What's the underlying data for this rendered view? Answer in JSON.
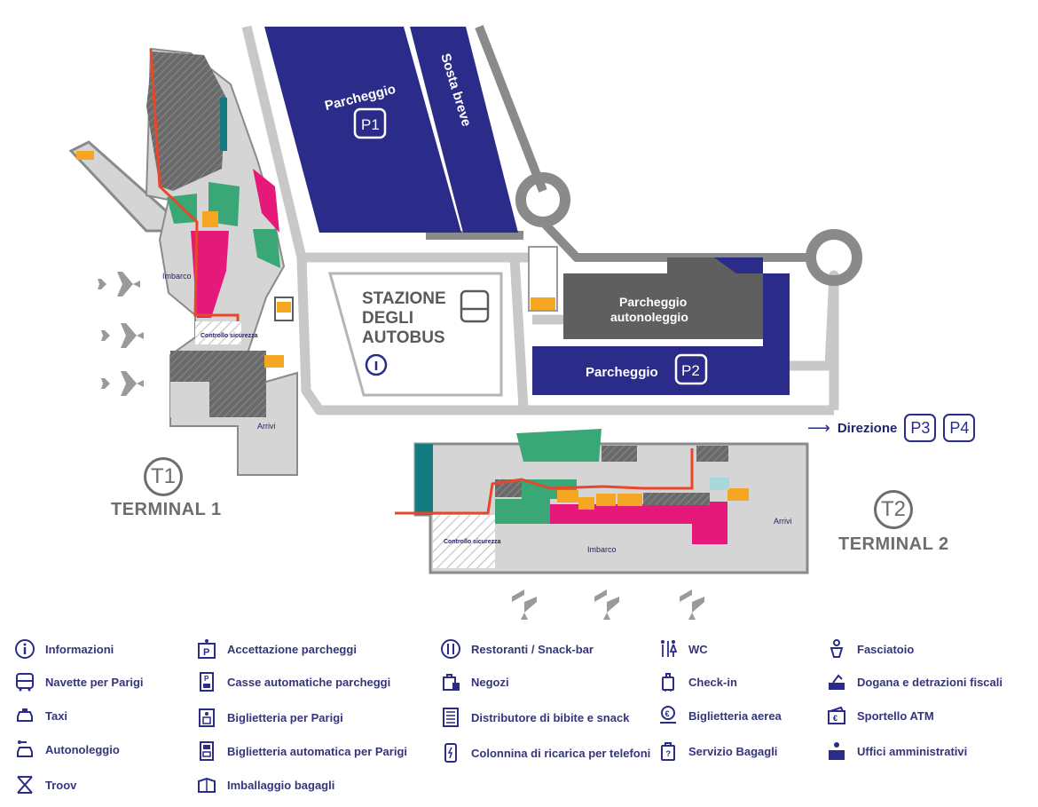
{
  "map": {
    "parking_p1_label": "Parcheggio",
    "parking_p1_sign": "P1",
    "short_stay_label": "Sosta breve",
    "bus_station_label": [
      "STAZIONE",
      "DEGLI",
      "AUTOBUS"
    ],
    "rental_parking_label": [
      "Parcheggio",
      "autonoleggio"
    ],
    "parking_p2_label": "Parcheggio",
    "parking_p2_sign": "P2",
    "direction_label": "Direzione",
    "direction_signs": [
      "P3",
      "P4"
    ],
    "terminal1": {
      "badge": "T1",
      "name": "TERMINAL 1",
      "boarding": "Imbarco",
      "arrivals": "Arrivi",
      "security": "Controllo sicurezza"
    },
    "terminal2": {
      "badge": "T2",
      "name": "TERMINAL 2",
      "boarding": "Imbarco",
      "arrivals": "Arrivi",
      "security": "Controllo sicurezza"
    }
  },
  "colors": {
    "navy": "#2b2b8a",
    "dark_gray": "#5f5f5f",
    "light_gray": "#d5d5d5",
    "road_gray": "#c8c8c8",
    "pink": "#e5197a",
    "green": "#3aa876",
    "orange": "#f5a623",
    "red_border": "#e8472a",
    "teal": "#137a7f"
  },
  "legend": [
    {
      "icon": "info-icon",
      "label": "Informazioni"
    },
    {
      "icon": "shuttle-bus-icon",
      "label": "Navette per Parigi"
    },
    {
      "icon": "taxi-icon",
      "label": "Taxi"
    },
    {
      "icon": "car-rental-icon",
      "label": "Autonoleggio"
    },
    {
      "icon": "troov-icon",
      "label": "Troov"
    },
    {
      "icon": "parking-acceptance-icon",
      "label": "Accettazione parcheggi"
    },
    {
      "icon": "parking-pay-machine-icon",
      "label": "Casse automatiche parcheggi"
    },
    {
      "icon": "ticket-office-icon",
      "label": "Biglietteria per Parigi"
    },
    {
      "icon": "ticket-machine-icon",
      "label": "Biglietteria automatica per Parigi"
    },
    {
      "icon": "baggage-wrap-icon",
      "label": "Imballaggio bagagli"
    },
    {
      "icon": "restaurant-icon",
      "label": "Restoranti / Snack-bar"
    },
    {
      "icon": "shop-icon",
      "label": "Negozi"
    },
    {
      "icon": "vending-machine-icon",
      "label": "Distributore di bibite e snack"
    },
    {
      "icon": "phone-charge-icon",
      "label": "Colonnina di ricarica per telefoni"
    },
    {
      "icon": "wc-icon",
      "label": "WC"
    },
    {
      "icon": "check-in-icon",
      "label": "Check-in"
    },
    {
      "icon": "airline-ticket-icon",
      "label": "Biglietteria aerea"
    },
    {
      "icon": "baggage-service-icon",
      "label": "Servizio Bagagli"
    },
    {
      "icon": "baby-change-icon",
      "label": "Fasciatoio"
    },
    {
      "icon": "customs-icon",
      "label": "Dogana e detrazioni fiscali"
    },
    {
      "icon": "atm-icon",
      "label": "Sportello ATM"
    },
    {
      "icon": "admin-office-icon",
      "label": "Uffici amministrativi"
    }
  ]
}
